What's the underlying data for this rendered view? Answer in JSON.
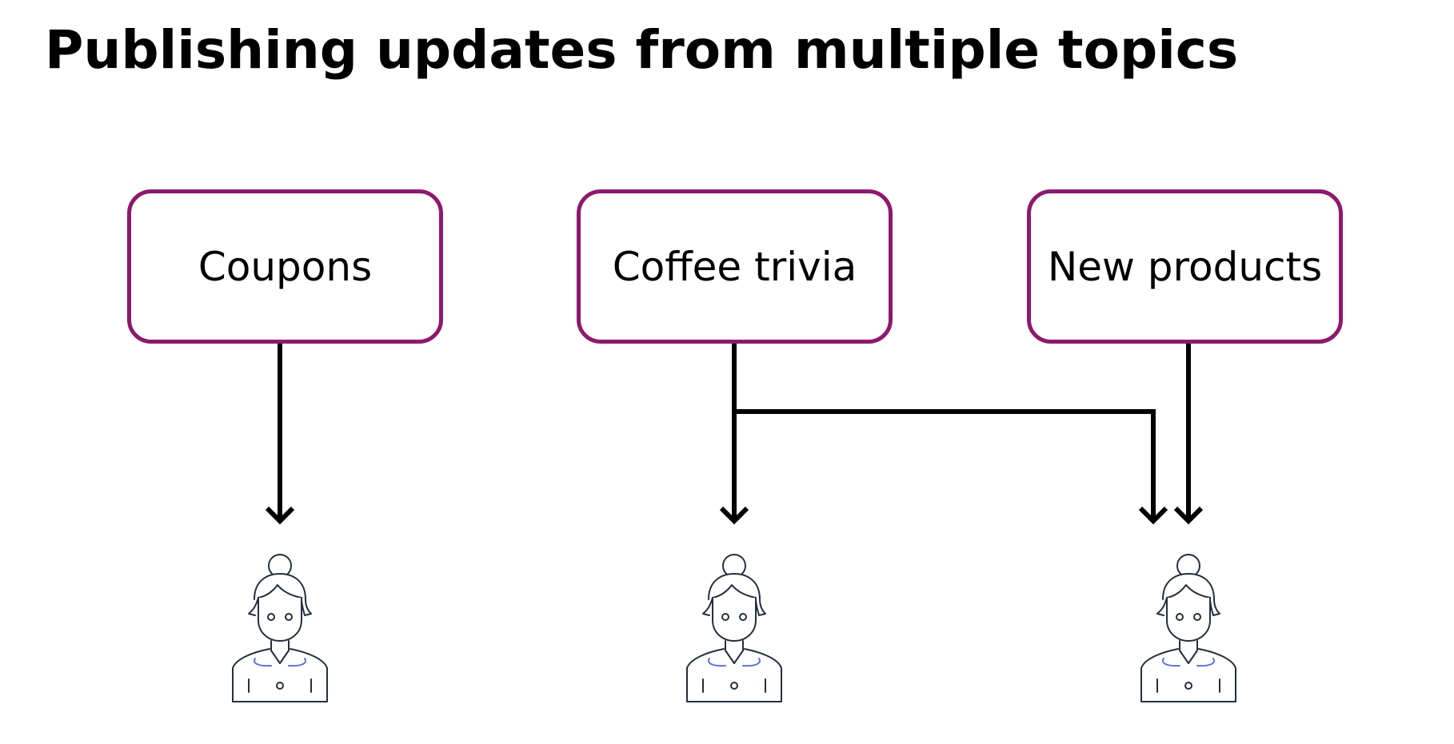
{
  "title": "Publishing updates from multiple topics",
  "colors": {
    "topic_border": "#8c1a6a",
    "arrow": "#000000",
    "subscriber_outline": "#232f3e",
    "subscriber_collar": "#5a73d6"
  },
  "topics": [
    {
      "label": "Coupons"
    },
    {
      "label": "Coffee trivia"
    },
    {
      "label": "New products"
    }
  ],
  "subscribers": [
    {
      "icon": "subscriber-icon"
    },
    {
      "icon": "subscriber-icon"
    },
    {
      "icon": "subscriber-icon"
    }
  ],
  "connections": [
    {
      "from": "Coupons",
      "to": "subscriber 1"
    },
    {
      "from": "Coffee trivia",
      "to": "subscriber 2"
    },
    {
      "from": "Coffee trivia",
      "to": "subscriber 3"
    },
    {
      "from": "New products",
      "to": "subscriber 3"
    }
  ]
}
